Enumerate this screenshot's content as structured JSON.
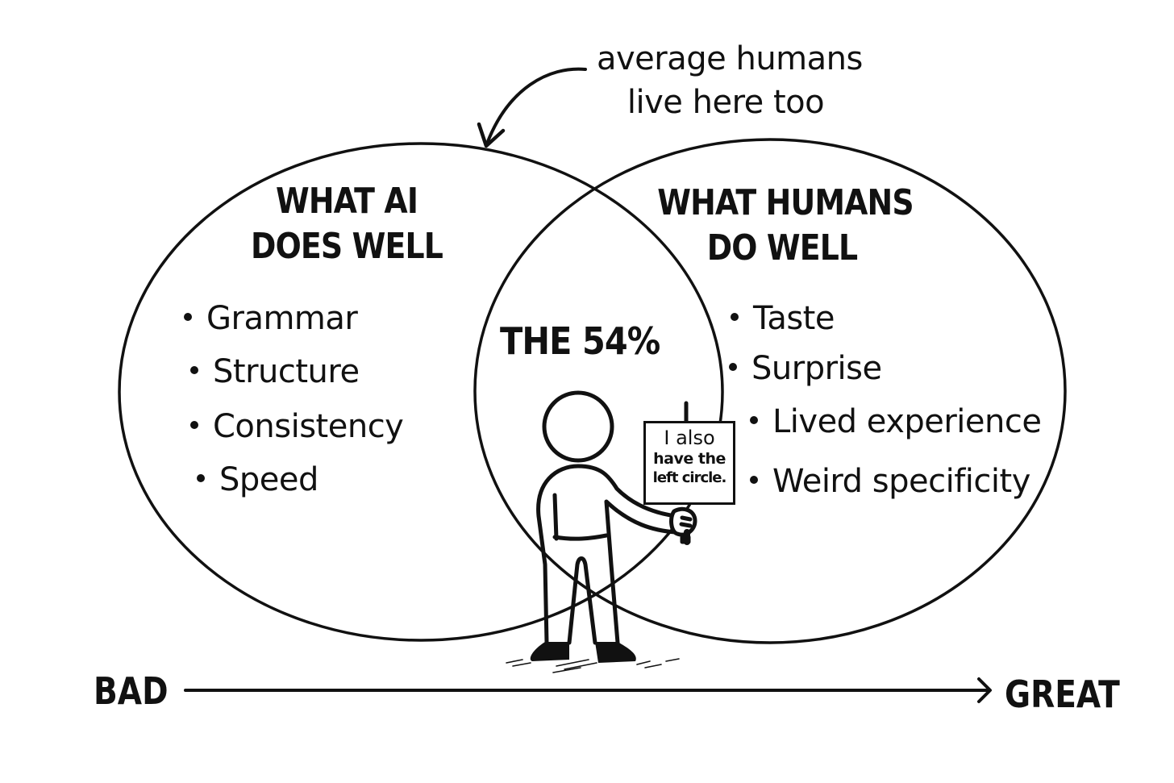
{
  "diagram": {
    "type": "venn",
    "annotation": {
      "line1": "average humans",
      "line2": "live here too"
    },
    "left_circle": {
      "heading_line1": "WHAT AI",
      "heading_line2": "DOES WELL",
      "items": [
        "Grammar",
        "Structure",
        "Consistency",
        "Speed"
      ]
    },
    "right_circle": {
      "heading_line1": "WHAT HUMANS",
      "heading_line2": "DO WELL",
      "items": [
        "Taste",
        "Surprise",
        "Lived experience",
        "Weird specificity"
      ]
    },
    "intersection": {
      "label": "THE 54%"
    },
    "sign": {
      "line1": "I also",
      "line2": "have the",
      "line3": "left circle."
    },
    "axis": {
      "left_label": "BAD",
      "right_label": "GREAT"
    },
    "colors": {
      "ink": "#111111",
      "background": "#ffffff"
    }
  }
}
